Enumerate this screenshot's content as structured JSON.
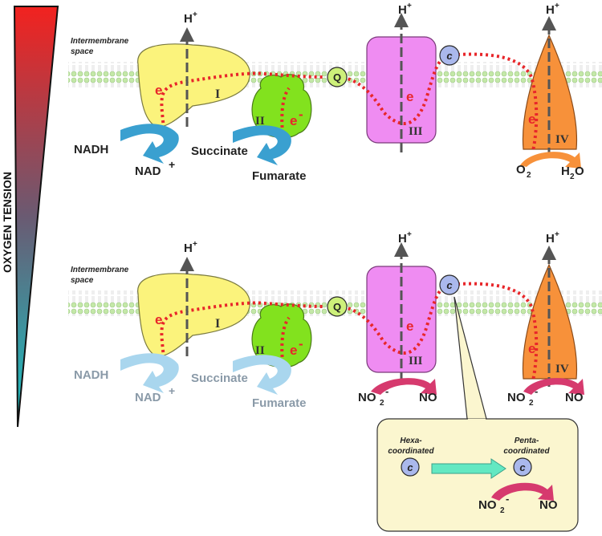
{
  "axis": {
    "title": "OXYGEN TENSION"
  },
  "top_panel": {
    "space_label_1": "Intermembrane",
    "space_label_2": "space",
    "complex_I": "I",
    "complex_II": "II",
    "complex_III": "III",
    "complex_IV": "IV",
    "quinone": "Q",
    "cytochrome": "c",
    "proton_1": "H",
    "proton_2": "H",
    "proton_3": "H",
    "proton_sup": "+",
    "electron": "e",
    "electron_II": "e",
    "nadh": "NADH",
    "nad": "NAD",
    "nad_sup": "+",
    "succinate": "Succinate",
    "fumarate": "Fumarate",
    "o2": "O",
    "o2_sub": "2",
    "h2o_h": "H",
    "h2o_sub": "2",
    "h2o_o": "O"
  },
  "bottom_panel": {
    "space_label_1": "Intermembrane",
    "space_label_2": "space",
    "complex_I": "I",
    "complex_II": "II",
    "complex_III": "III",
    "complex_IV": "IV",
    "quinone": "Q",
    "cytochrome": "c",
    "proton_sup": "+",
    "nadh": "NADH",
    "nad": "NAD",
    "nad_sup": "+",
    "succinate": "Succinate",
    "fumarate": "Fumarate",
    "no2": "NO",
    "no2_sub": "2",
    "no2_sup": "-",
    "no": "NO"
  },
  "inset": {
    "hexa_1": "Hexa-",
    "hexa_2": "coordinated",
    "penta_1": "Penta-",
    "penta_2": "coordinated",
    "cytochrome": "c",
    "no2": "NO",
    "no2_sub": "2",
    "no2_sup": "-",
    "no": "NO"
  },
  "colors": {
    "complex_I": "#fbf37c",
    "complex_II": "#82e21e",
    "complex_III": "#ef8cf2",
    "complex_IV": "#f7913a",
    "quinone": "#cdf07a",
    "cytochrome": "#aab8ec",
    "electron_path": "#e8262a",
    "blue_arrow": "#3aa0d0",
    "pink_arrow": "#d63a6e",
    "inset_bg": "#fbf6cf"
  }
}
